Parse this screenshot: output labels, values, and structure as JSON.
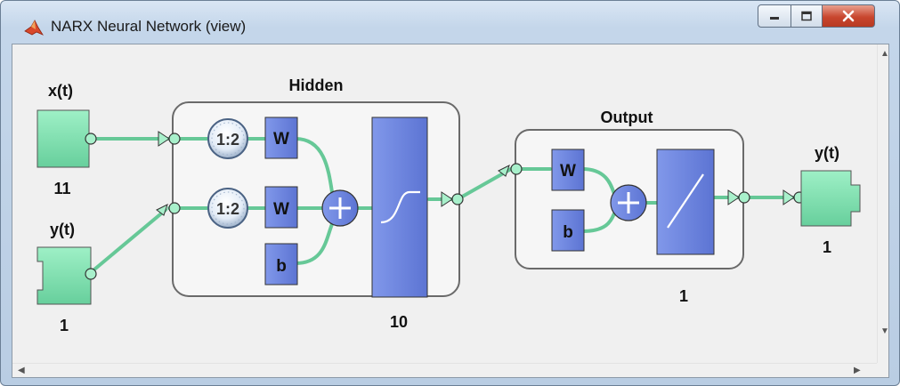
{
  "window": {
    "title": "NARX Neural Network (view)",
    "icon": "matlab-icon",
    "controls": [
      "minimize-icon",
      "maximize-icon",
      "close-icon"
    ]
  },
  "network": {
    "inputs": [
      {
        "label": "x(t)",
        "size": "11"
      },
      {
        "label": "y(t)",
        "size": "1"
      }
    ],
    "hidden": {
      "title": "Hidden",
      "delays": [
        "1:2",
        "1:2"
      ],
      "weights": [
        "W",
        "W"
      ],
      "bias": "b",
      "size": "10",
      "transfer": "tansig"
    },
    "output_layer": {
      "title": "Output",
      "weight": "W",
      "bias": "b",
      "size": "1",
      "transfer": "purelin"
    },
    "output": {
      "label": "y(t)",
      "size": "1"
    }
  },
  "colors": {
    "block_green": "#80e0b0",
    "block_blue": "#6d86e0",
    "line": "#6cc79a",
    "layer_bg": "#f5f5f5"
  }
}
